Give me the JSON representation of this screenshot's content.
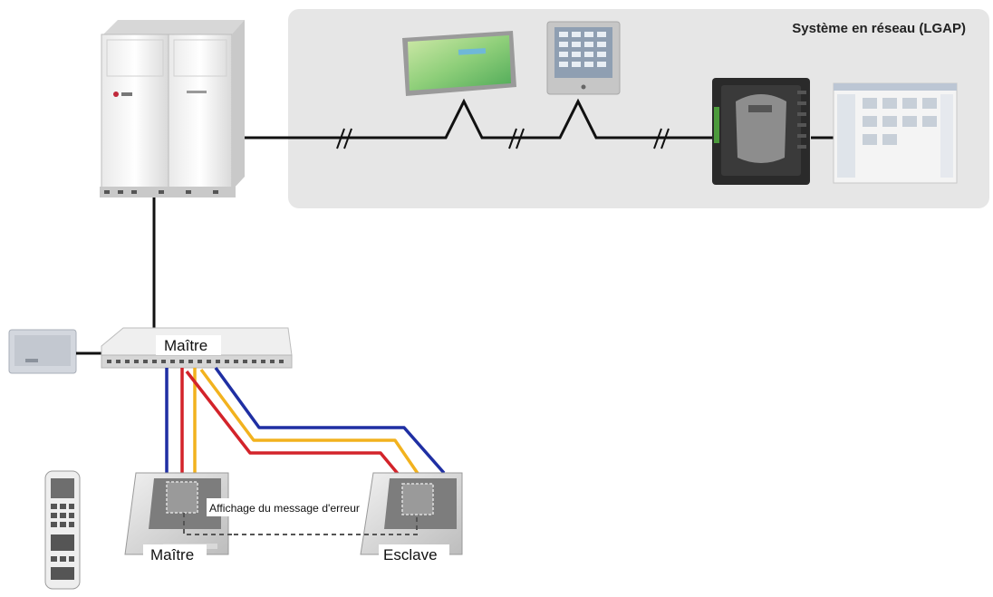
{
  "network_panel": {
    "title": "Système en réseau (LGAP)"
  },
  "labels": {
    "switch_master": "Maître",
    "remote_master": "Maître",
    "remote_slave": "Esclave",
    "error_message": "Affichage du message d'erreur"
  },
  "wire_colors": {
    "blue": "#1f2fa3",
    "red": "#d3232a",
    "yellow": "#f2b21e",
    "black": "#111111",
    "panel_bg": "#e6e6e6"
  },
  "icons": [
    "outdoor-unit-icon",
    "touch-screen-controller-icon",
    "keypad-controller-icon",
    "gateway-module-icon",
    "pc-software-screen-icon",
    "central-controller-box-icon",
    "indoor-unit-switch-icon",
    "wired-remote-master-icon",
    "wired-remote-slave-icon",
    "handheld-remote-icon"
  ]
}
